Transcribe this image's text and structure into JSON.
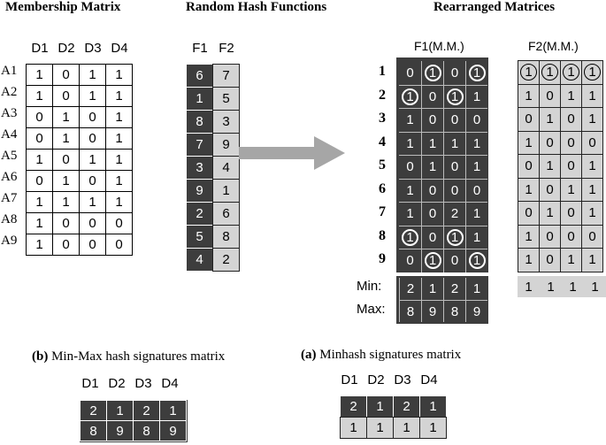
{
  "titles": {
    "membership": "Membership Matrix",
    "hash": "Random Hash Functions",
    "rearranged": "Rearranged Matrices"
  },
  "membership": {
    "columns": [
      "D1",
      "D2",
      "D3",
      "D4"
    ],
    "rows": [
      "A1",
      "A2",
      "A3",
      "A4",
      "A5",
      "A6",
      "A7",
      "A8",
      "A9"
    ],
    "values": [
      [
        1,
        0,
        1,
        1
      ],
      [
        1,
        0,
        1,
        1
      ],
      [
        0,
        1,
        0,
        1
      ],
      [
        0,
        1,
        0,
        1
      ],
      [
        1,
        0,
        1,
        1
      ],
      [
        0,
        1,
        0,
        1
      ],
      [
        1,
        1,
        1,
        1
      ],
      [
        1,
        0,
        0,
        0
      ],
      [
        1,
        0,
        0,
        0
      ]
    ]
  },
  "hash": {
    "columns": [
      "F1",
      "F2"
    ],
    "values": [
      [
        6,
        7
      ],
      [
        1,
        5
      ],
      [
        8,
        3
      ],
      [
        7,
        9
      ],
      [
        3,
        4
      ],
      [
        9,
        1
      ],
      [
        2,
        6
      ],
      [
        5,
        8
      ],
      [
        4,
        2
      ]
    ]
  },
  "f1": {
    "title": "F1(M.M.)",
    "row_labels": [
      "1",
      "2",
      "3",
      "4",
      "5",
      "6",
      "7",
      "8",
      "9"
    ],
    "values": [
      [
        0,
        1,
        0,
        1
      ],
      [
        1,
        0,
        1,
        1
      ],
      [
        1,
        0,
        0,
        0
      ],
      [
        1,
        1,
        1,
        1
      ],
      [
        0,
        1,
        0,
        1
      ],
      [
        1,
        0,
        0,
        0
      ],
      [
        1,
        0,
        2,
        1
      ],
      [
        1,
        0,
        1,
        1
      ],
      [
        0,
        1,
        0,
        1
      ]
    ],
    "circled": [
      [
        0,
        1
      ],
      [
        0,
        3
      ],
      [
        1,
        0
      ],
      [
        1,
        2
      ],
      [
        7,
        0
      ],
      [
        7,
        2
      ],
      [
        8,
        1
      ],
      [
        8,
        3
      ]
    ],
    "min_label": "Min:",
    "max_label": "Max:",
    "min": [
      2,
      1,
      2,
      1
    ],
    "max": [
      8,
      9,
      8,
      9
    ]
  },
  "f2": {
    "title": "F2(M.M.)",
    "values": [
      [
        1,
        1,
        1,
        1
      ],
      [
        1,
        0,
        1,
        1
      ],
      [
        0,
        1,
        0,
        1
      ],
      [
        1,
        0,
        0,
        0
      ],
      [
        0,
        1,
        0,
        1
      ],
      [
        1,
        0,
        1,
        1
      ],
      [
        0,
        1,
        0,
        1
      ],
      [
        1,
        0,
        0,
        0
      ],
      [
        1,
        0,
        1,
        1
      ]
    ],
    "circled": [
      [
        0,
        0
      ],
      [
        0,
        1
      ],
      [
        0,
        2
      ],
      [
        0,
        3
      ]
    ],
    "min": [
      1,
      1,
      1,
      1
    ]
  },
  "captions": {
    "b_letter": "(b)",
    "b_text": "Min-Max hash signatures matrix",
    "a_letter": "(a)",
    "a_text": "Minhash signatures matrix"
  },
  "minmax_sig": {
    "columns": [
      "D1",
      "D2",
      "D3",
      "D4"
    ],
    "values": [
      [
        2,
        1,
        2,
        1
      ],
      [
        8,
        9,
        8,
        9
      ]
    ]
  },
  "minhash_sig": {
    "columns": [
      "D1",
      "D2",
      "D3",
      "D4"
    ],
    "values": [
      [
        2,
        1,
        2,
        1
      ],
      [
        1,
        1,
        1,
        1
      ]
    ]
  },
  "colors": {
    "dark": "#3d3d3d",
    "light": "#d4d4d4",
    "arrow": "#a6a6a6"
  }
}
